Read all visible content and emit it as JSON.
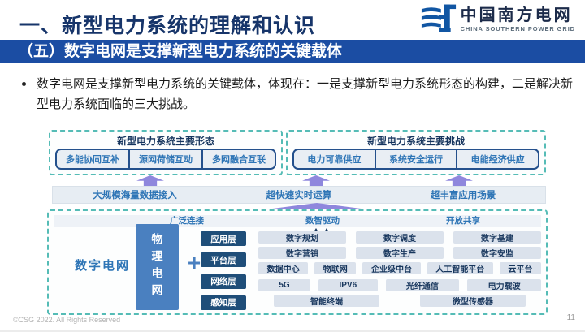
{
  "header": {
    "title": "一、新型电力系统的理解和认识",
    "subtitle": "（五）数字电网是支撑新型电力系统的关键载体",
    "logo": {
      "name": "中国南方电网",
      "tagline": "CHINA SOUTHERN POWER GRID"
    }
  },
  "body": {
    "bullet": "数字电网是支撑新型电力系统的关键载体，体现在：一是支撑新型电力系统形态的构建，二是解决新型电力系统面临的三大挑战。"
  },
  "diagram": {
    "forms": {
      "title": "新型电力系统主要形态",
      "items": [
        "多能协同互补",
        "源网荷储互动",
        "多网融合互联"
      ]
    },
    "challenges": {
      "title": "新型电力系统主要挑战",
      "items": [
        "电力可靠供应",
        "系统安全运行",
        "电能经济供应"
      ]
    },
    "capabilities": [
      "大规模海量数据接入",
      "超快速实时运算",
      "超丰富应用场景"
    ],
    "platform": {
      "headers": [
        "广泛连接",
        "数智驱动",
        "开放共享"
      ],
      "digital_grid": "数字电网",
      "physical_grid": "物理电网",
      "plus": "+",
      "layers": [
        "应用层",
        "平台层",
        "网络层",
        "感知层"
      ],
      "application_row1": [
        "数字规划",
        "数字调度",
        "数字基建"
      ],
      "application_row2": [
        "数字营销",
        "数字生产",
        "数字安监"
      ],
      "platform_row": [
        "数据中心",
        "物联网",
        "企业级中台",
        "人工智能平台",
        "云平台"
      ],
      "network_row": [
        "5G",
        "IPV6",
        "光纤通信",
        "电力载波"
      ],
      "sensing_row": [
        "智能终端",
        "微型传感器"
      ]
    }
  },
  "footer": {
    "copyright": "©CSG 2022. All Rights Reserved",
    "page": "11"
  },
  "colors": {
    "band_blue": "#1b4da3",
    "accent_blue": "#2e75b6",
    "navy": "#1f4e79",
    "mid_blue": "#4a80c0",
    "chip_bg": "#dbe2ec",
    "teal_dash": "#55bcb6",
    "purple_arrow": "#8f87dd"
  }
}
